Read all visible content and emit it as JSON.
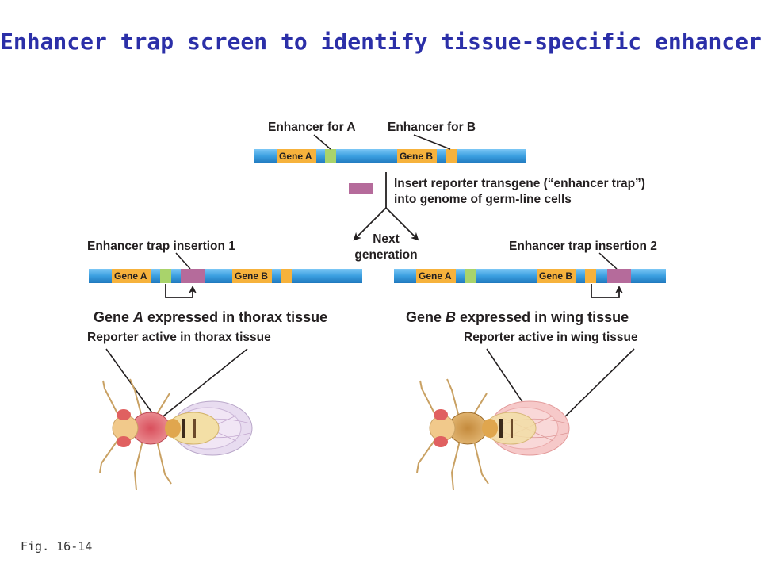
{
  "title": "Enhancer trap screen to identify tissue-specific enhancers",
  "figure_label": "Fig. 16-14",
  "top": {
    "enhancer_a_label": "Enhancer for A",
    "enhancer_b_label": "Enhancer for B",
    "gene_a": "Gene A",
    "gene_b": "Gene B"
  },
  "insert_text": {
    "line1": "Insert reporter transgene (“enhancer trap”)",
    "line2": "into genome of germ-line cells"
  },
  "next_generation": {
    "line1": "Next",
    "line2": "generation"
  },
  "left": {
    "insertion_label": "Enhancer trap insertion 1",
    "gene_a": "Gene A",
    "gene_b": "Gene B",
    "expression_prefix": "Gene ",
    "expression_gene": "A",
    "expression_suffix": " expressed in thorax tissue",
    "reporter_text": "Reporter active in thorax tissue"
  },
  "right": {
    "insertion_label": "Enhancer trap insertion 2",
    "gene_a": "Gene A",
    "gene_b": "Gene B",
    "expression_prefix": "Gene ",
    "expression_gene": "B",
    "expression_suffix": " expressed in wing tissue",
    "reporter_text": "Reporter active in wing tissue"
  },
  "colors": {
    "title": "#2b2fa8",
    "dna": "#3a9fe0",
    "gene": "#f6b23c",
    "enhancer": "#a9d36b",
    "reporter": "#b56b9b",
    "thorax_stain": "#e07a80",
    "wing_stain": "#f1b3b3"
  }
}
